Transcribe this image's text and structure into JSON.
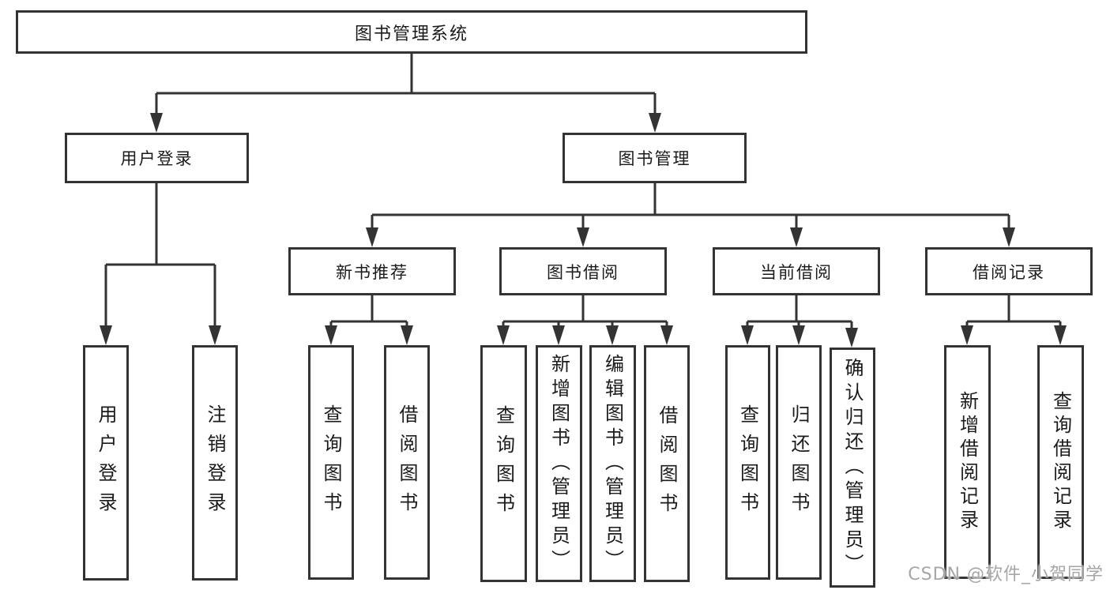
{
  "diagram": {
    "root": {
      "label": "图书管理系统"
    },
    "level2": [
      {
        "label": "用户登录",
        "children": [
          {
            "label": "用户登录"
          },
          {
            "label": "注销登录"
          }
        ]
      },
      {
        "label": "图书管理",
        "children": [
          {
            "label": "新书推荐",
            "children": [
              {
                "label": "查询图书"
              },
              {
                "label": "借阅图书"
              }
            ]
          },
          {
            "label": "图书借阅",
            "children": [
              {
                "label": "查询图书"
              },
              {
                "label": "新增图书（管理员）"
              },
              {
                "label": "编辑图书（管理员）"
              },
              {
                "label": "借阅图书"
              }
            ]
          },
          {
            "label": "当前借阅",
            "children": [
              {
                "label": "查询图书"
              },
              {
                "label": "归还图书"
              },
              {
                "label": "确认归还（管理员）"
              }
            ]
          },
          {
            "label": "借阅记录",
            "children": [
              {
                "label": "新增借阅记录"
              },
              {
                "label": "查询借阅记录"
              }
            ]
          }
        ]
      }
    ]
  },
  "watermark": {
    "text": "CSDN @软件_小贺同学"
  },
  "colors": {
    "line": "#333333",
    "text": "#1b1b1b",
    "background": "#ffffff",
    "watermark": "#a6a6a6"
  }
}
